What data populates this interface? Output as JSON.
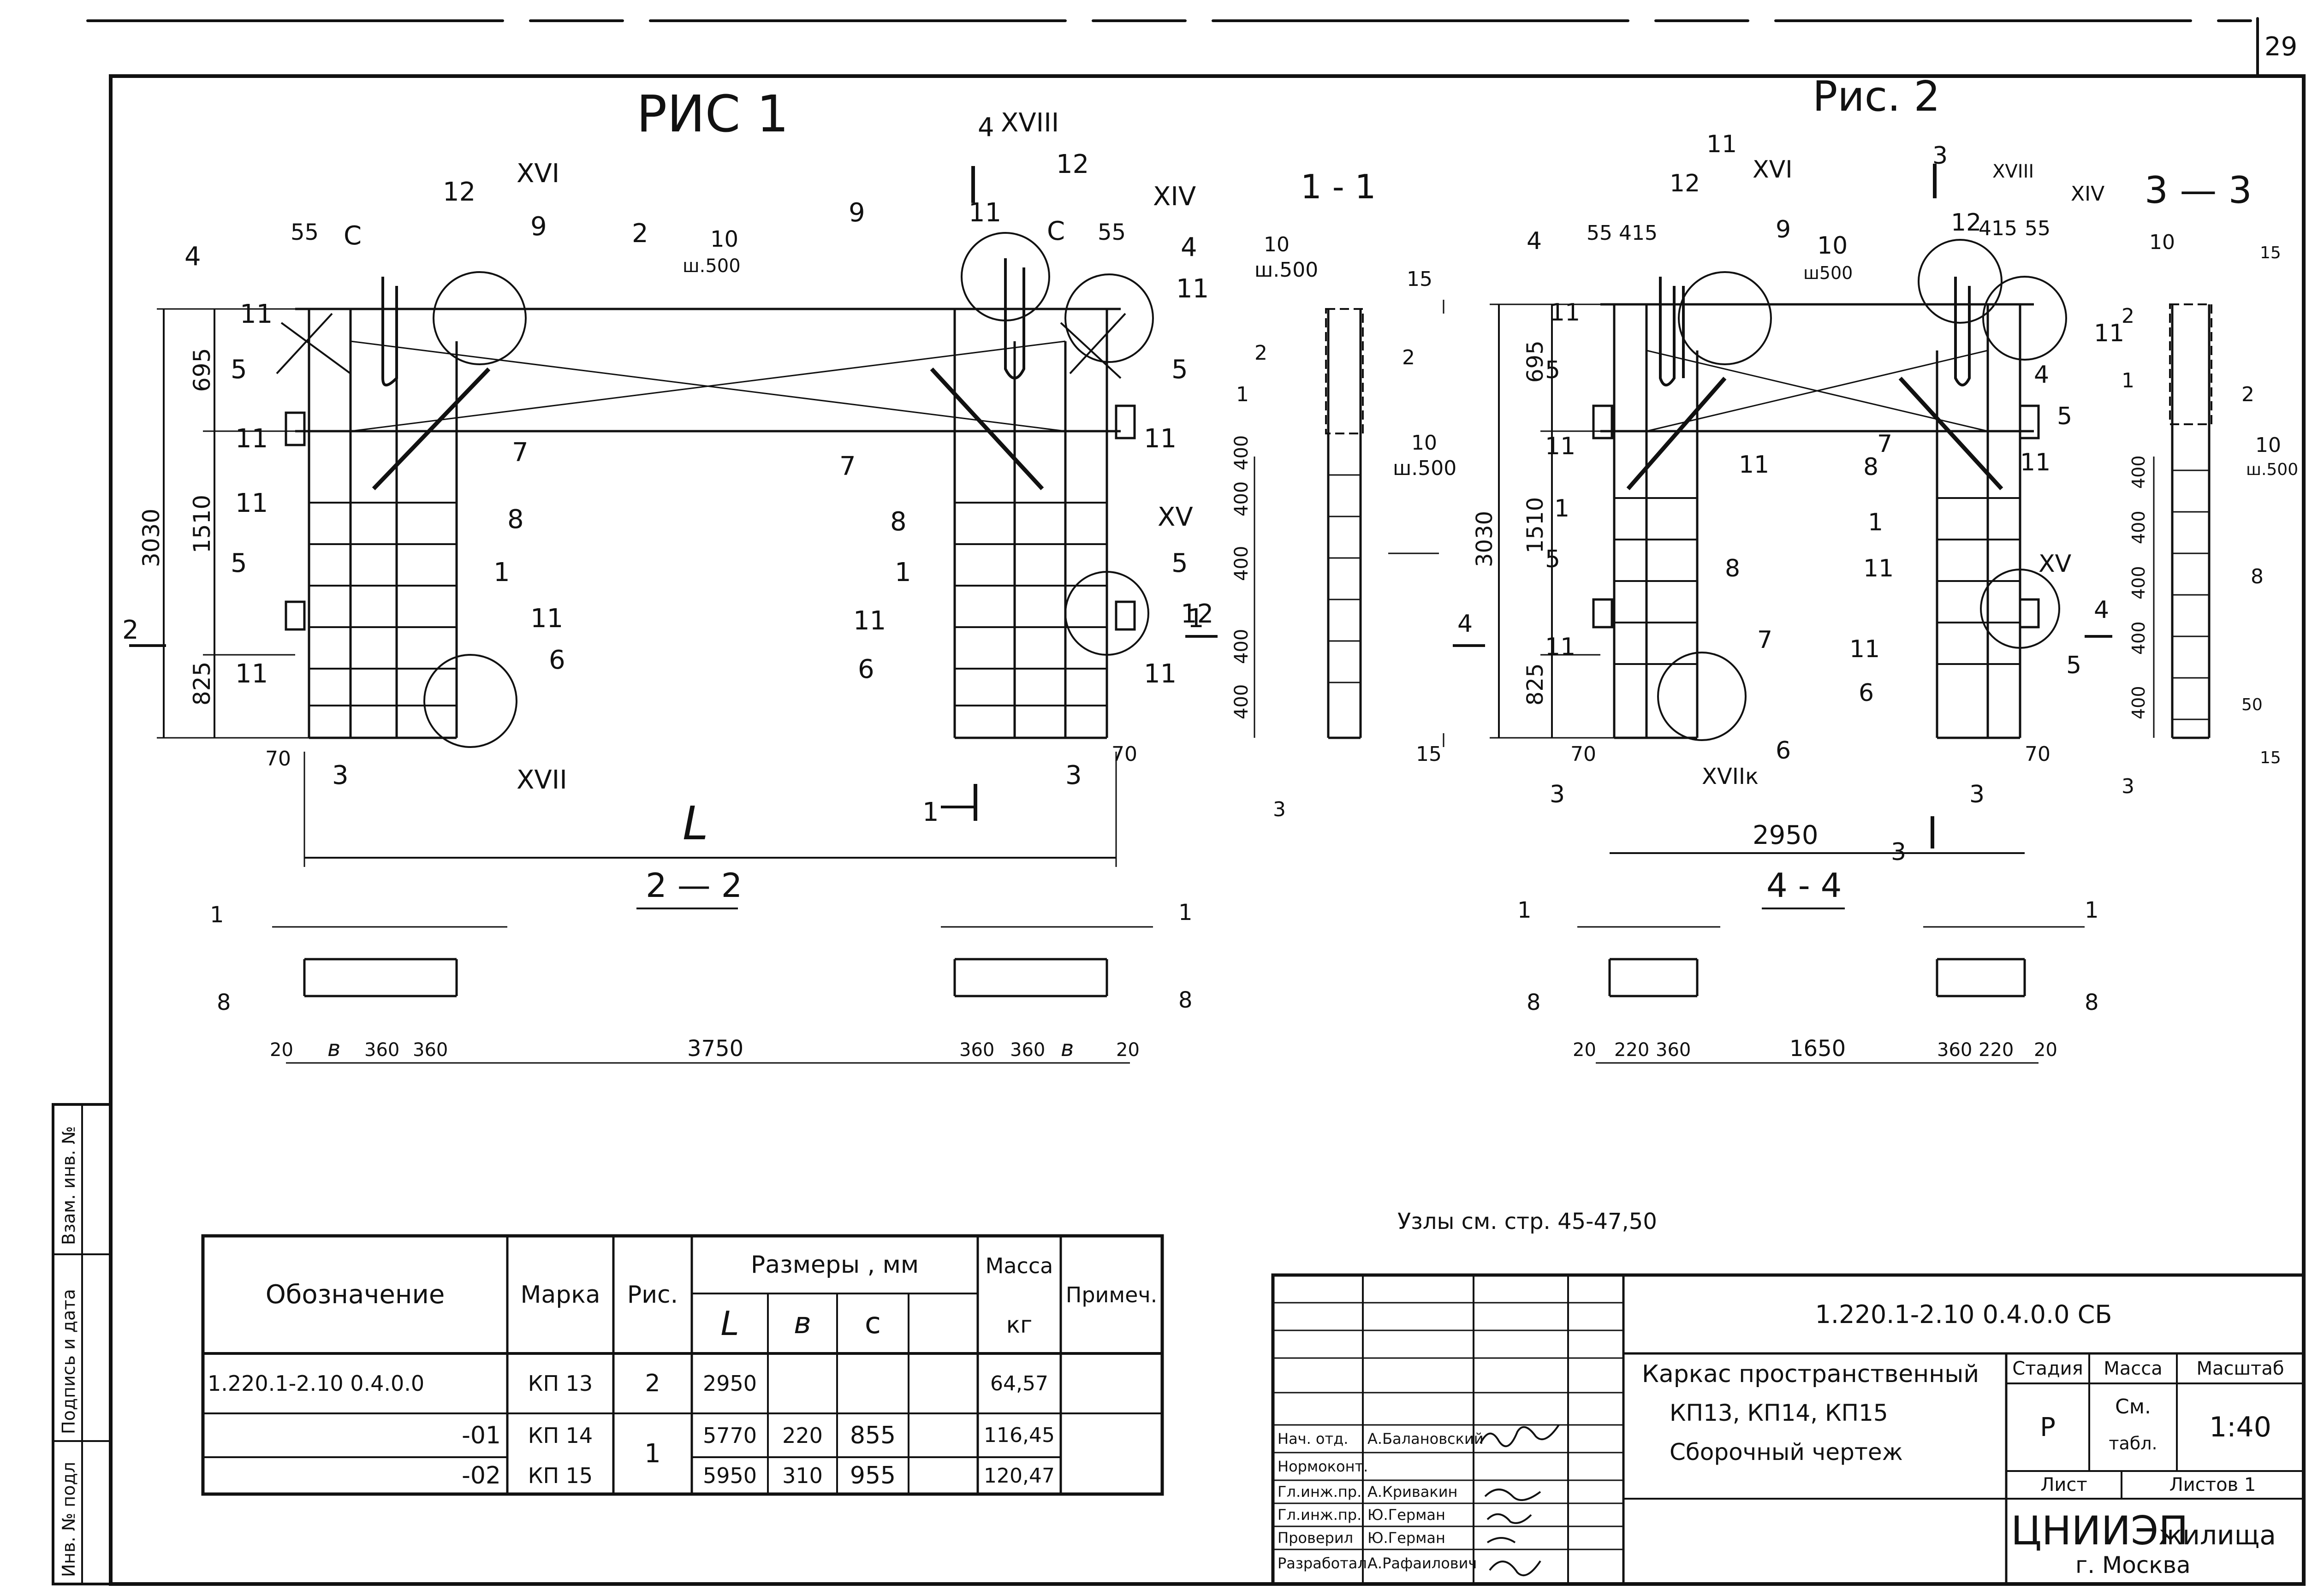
{
  "page_number": "29",
  "fig1": {
    "title": "РИС 1",
    "dims": {
      "c55": "55",
      "c": "C",
      "d695": "695",
      "d3030": "3030",
      "d1510": "1510",
      "d825": "825",
      "d70a": "70",
      "d70b": "70",
      "L": "L",
      "rod10": "10",
      "rod10sh": "ш.500"
    },
    "callouts": [
      "4",
      "11",
      "12",
      "XVI",
      "9",
      "2",
      "5",
      "7",
      "8",
      "1",
      "6",
      "XVII",
      "3",
      "2",
      "11",
      "11",
      "5",
      "11",
      "11",
      "11",
      "4",
      "XVIII",
      "12",
      "9",
      "11",
      "XIV",
      "55",
      "C",
      "4",
      "11",
      "5",
      "11",
      "7",
      "8",
      "1",
      "XV",
      "5",
      "12",
      "11",
      "6",
      "11",
      "3",
      "1",
      "1"
    ]
  },
  "sec11": {
    "title": "1 - 1",
    "labels": [
      "10",
      "ш.500",
      "15",
      "2",
      "2",
      "1",
      "10",
      "ш.500",
      "400",
      "400",
      "400",
      "400",
      "400",
      "15",
      "3"
    ]
  },
  "sec22": {
    "title": "2 — 2",
    "labels": [
      "1",
      "8",
      "20",
      "в",
      "360",
      "360",
      "3750",
      "360",
      "360",
      "в",
      "20",
      "1",
      "8"
    ]
  },
  "fig2": {
    "title": "Рис. 2",
    "dims": {
      "d55": "55",
      "d415": "415",
      "d695": "695",
      "d3030": "3030",
      "d1510": "1510",
      "d825": "825",
      "d70": "70",
      "d2950": "2950",
      "d70b": "70",
      "w415": "415",
      "w55": "55"
    },
    "callouts": [
      "4",
      "11",
      "12",
      "11",
      "XVI",
      "9",
      "10",
      "ш500",
      "5",
      "11",
      "1",
      "1",
      "5",
      "11",
      "8",
      "7",
      "11",
      "6",
      "3",
      "XVIIк",
      "3",
      "XVIII",
      "12",
      "XIV",
      "11",
      "4",
      "5",
      "11",
      "7",
      "8",
      "1",
      "11",
      "XV",
      "5",
      "4",
      "11",
      "6",
      "3",
      "4",
      "3"
    ]
  },
  "sec33": {
    "title": "3 — 3",
    "labels": [
      "10",
      "15",
      "2",
      "2",
      "1",
      "10",
      "ш.500",
      "400",
      "400",
      "400",
      "400",
      "8",
      "400",
      "3",
      "15",
      "50"
    ]
  },
  "sec44": {
    "title": "4 - 4",
    "labels": [
      "1",
      "8",
      "20",
      "220",
      "360",
      "1650",
      "360",
      "220",
      "20",
      "1",
      "8"
    ]
  },
  "nodes_note": "Узлы  см. стр. 45-47,50",
  "table": {
    "headers": {
      "designation": "Обозначение",
      "mark": "Марка",
      "fig": "Рис.",
      "sizes": "Размеры , мм",
      "L": "L",
      "b": "в",
      "c": "с",
      "mass": "Масса",
      "mass_unit": "кг",
      "note": "Примеч."
    },
    "rows": [
      {
        "designation": "1.220.1-2.10  0.4.0.0",
        "mark": "КП 13",
        "fig": "2",
        "L": "2950",
        "b": "",
        "c": "",
        "mass": "64,57"
      },
      {
        "designation": "-01",
        "mark": "КП 14",
        "fig": "1",
        "L": "5770",
        "b": "220",
        "c": "855",
        "mass": "116,45"
      },
      {
        "designation": "-02",
        "mark": "КП 15",
        "fig": "",
        "L": "5950",
        "b": "310",
        "c": "955",
        "mass": "120,47"
      }
    ]
  },
  "stamp": {
    "code": "1.220.1-2.10     0.4.0.0   СБ",
    "title_line1": "Каркас пространственный",
    "title_line2": "КП13, КП14, КП15",
    "title_line3": "Сборочный чертеж",
    "stage_h": "Стадия",
    "mass_h": "Масса",
    "scale_h": "Масштаб",
    "stage": "Р",
    "mass": "См.",
    "mass2": "табл.",
    "scale": "1:40",
    "sheet_h": "Лист",
    "sheets_h": "Листов 1",
    "org": "ЦНИИЭП",
    "org2": "жилища",
    "city": "г. Москва",
    "roles": [
      {
        "role": "Нач. отд.",
        "name": "А.Балановский"
      },
      {
        "role": "Нормоконт.",
        "name": ""
      },
      {
        "role": "Гл.инж.пр.",
        "name": "А.Кривакин"
      },
      {
        "role": "Гл.инж.пр.",
        "name": "Ю.Герман"
      },
      {
        "role": "Проверил",
        "name": "Ю.Герман"
      },
      {
        "role": "Разработал",
        "name": "А.Рафаилович"
      }
    ]
  },
  "margin_stamp": [
    "Инв. № подл",
    "Подпись и дата",
    "Взам. инв. №"
  ]
}
